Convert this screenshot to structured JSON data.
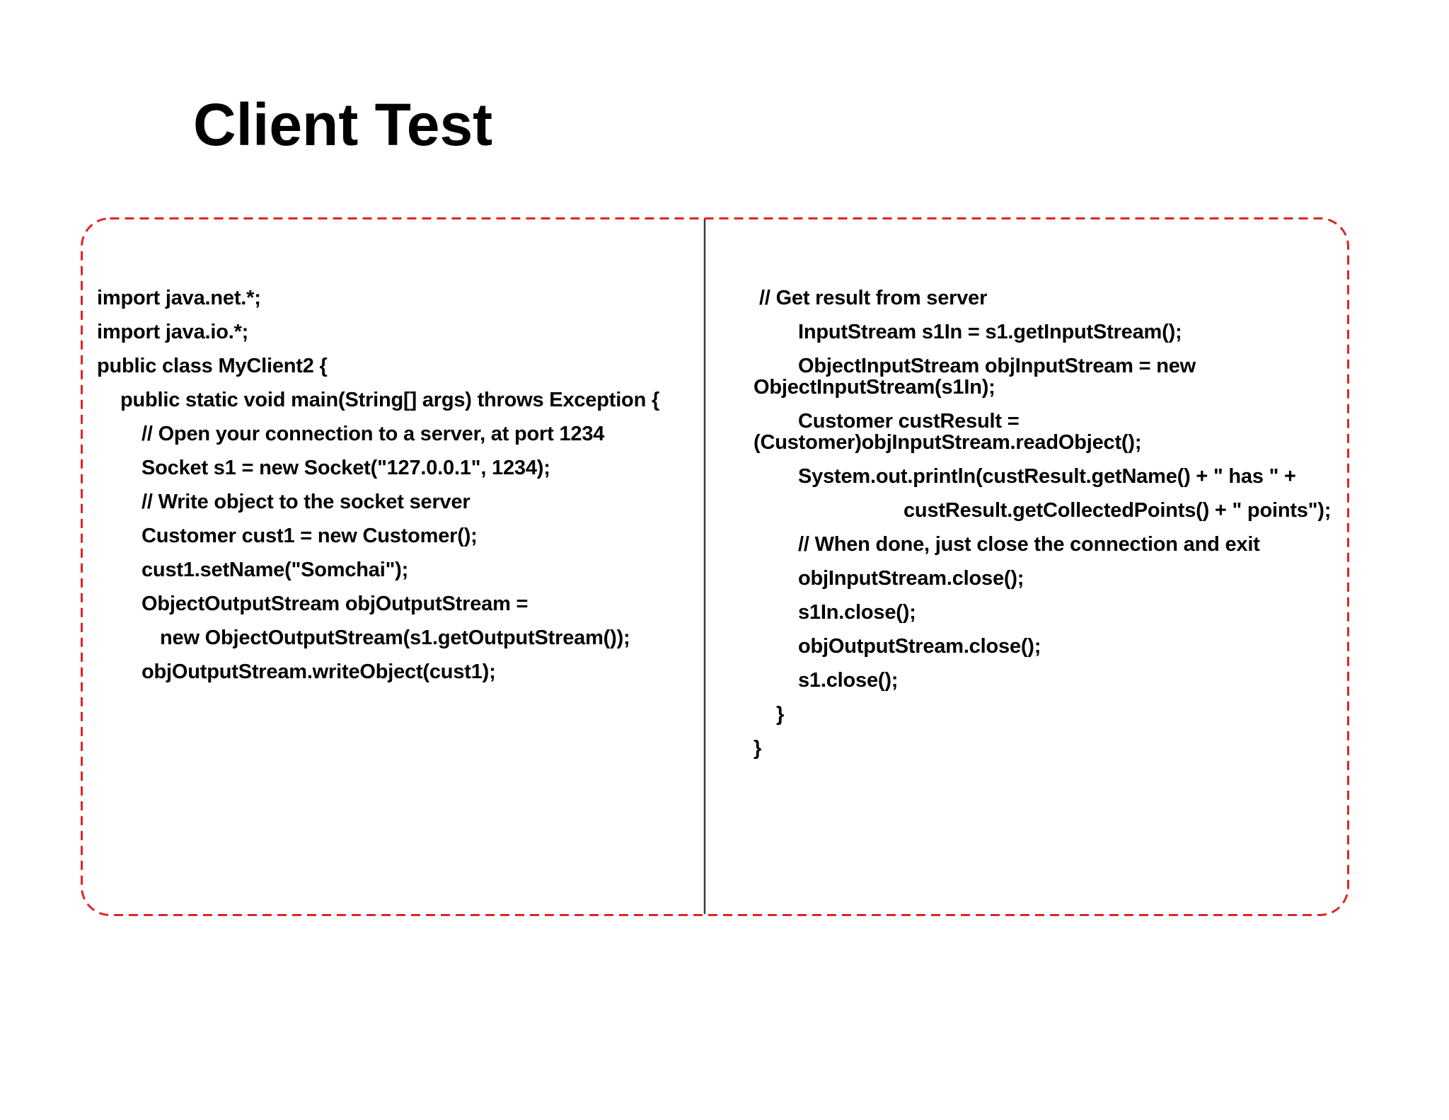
{
  "title": "Client Test",
  "colors": {
    "background": "#ffffff",
    "text": "#000000",
    "border_red": "#e02424",
    "divider": "#3a3a3a"
  },
  "code_box": {
    "columns": [
      {
        "id": "left",
        "lines": [
          {
            "text": "import java.net.*;",
            "indent": "base"
          },
          {
            "text": "import java.io.*;",
            "indent": "base"
          },
          {
            "text": "public class MyClient2 {",
            "indent": "base"
          },
          {
            "text": "public static void main(String[] args) throws Exception {",
            "indent": "method"
          },
          {
            "text": "// Open your connection to a server, at port 1234",
            "indent": "body"
          },
          {
            "text": "Socket s1 = new Socket(\"127.0.0.1\", 1234);",
            "indent": "body"
          },
          {
            "text": "// Write object to the socket server",
            "indent": "body"
          },
          {
            "text": "Customer cust1 = new Customer();",
            "indent": "body"
          },
          {
            "text": "cust1.setName(\"Somchai\");",
            "indent": "body"
          },
          {
            "text": "ObjectOutputStream objOutputStream =",
            "indent": "body"
          },
          {
            "text": "new ObjectOutputStream(s1.getOutputStream());",
            "indent": "cont"
          },
          {
            "text": "objOutputStream.writeObject(cust1);",
            "indent": "body"
          }
        ]
      },
      {
        "id": "right",
        "lines": [
          {
            "text": "// Get result from server",
            "indent": "comment"
          },
          {
            "text": "InputStream s1In = s1.getInputStream();",
            "indent": "body"
          },
          {
            "text": "ObjectInputStream objInputStream = new",
            "indent": "body"
          },
          {
            "text": "ObjectInputStream(s1In);",
            "indent": "hang",
            "tight": true
          },
          {
            "text": "Customer custResult =",
            "indent": "body"
          },
          {
            "text": "(Customer)objInputStream.readObject();",
            "indent": "hang",
            "tight": true
          },
          {
            "text": "System.out.println(custResult.getName() + \" has \" +",
            "indent": "body"
          },
          {
            "text": "custResult.getCollectedPoints() + \" points\");",
            "indent": "deep"
          },
          {
            "text": "// When done, just close the connection and exit",
            "indent": "body"
          },
          {
            "text": "objInputStream.close();",
            "indent": "body"
          },
          {
            "text": "s1In.close();",
            "indent": "body"
          },
          {
            "text": "objOutputStream.close();",
            "indent": "body"
          },
          {
            "text": "s1.close();",
            "indent": "body"
          },
          {
            "text": "}",
            "indent": "brace"
          },
          {
            "text": "}",
            "indent": "hang"
          }
        ]
      }
    ]
  }
}
